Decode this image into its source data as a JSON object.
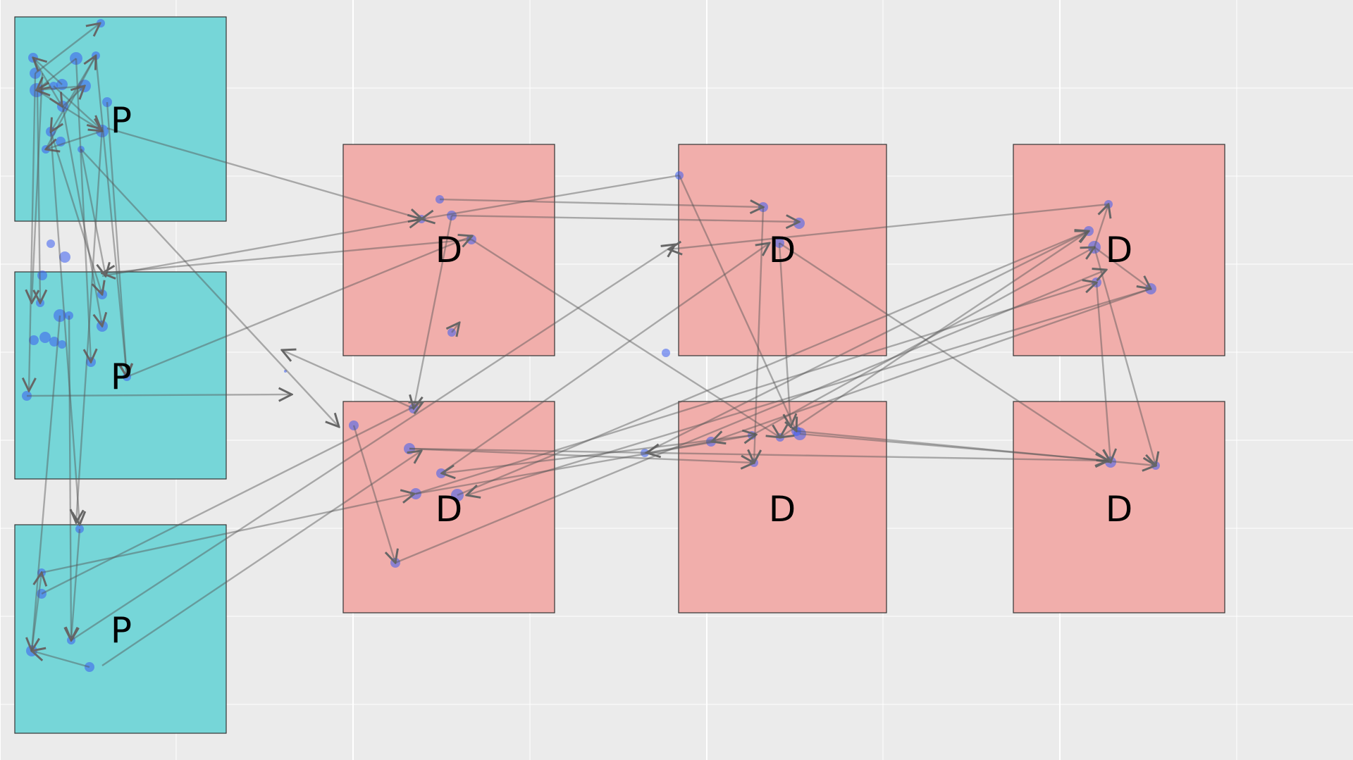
{
  "panel": {
    "background": "#ebebeb",
    "gridline_color": "#ffffff"
  },
  "legend": {
    "p_color": "#76d6d8",
    "d_color": "#f1aeab"
  },
  "boxes": [
    {
      "id": "p1",
      "type": "P",
      "label": "P"
    },
    {
      "id": "p2",
      "type": "P",
      "label": "P"
    },
    {
      "id": "p3",
      "type": "P",
      "label": "P"
    },
    {
      "id": "d1",
      "type": "D",
      "label": "D"
    },
    {
      "id": "d2",
      "type": "D",
      "label": "D"
    },
    {
      "id": "d3",
      "type": "D",
      "label": "D"
    },
    {
      "id": "d4",
      "type": "D",
      "label": "D"
    },
    {
      "id": "d5",
      "type": "D",
      "label": "D"
    },
    {
      "id": "d6",
      "type": "D",
      "label": "D"
    }
  ],
  "colors": {
    "box_border": "#333333",
    "point_color": "#3a5cf0",
    "arrow_color": "#555555"
  },
  "point_count": 72,
  "arrow_count": 64
}
